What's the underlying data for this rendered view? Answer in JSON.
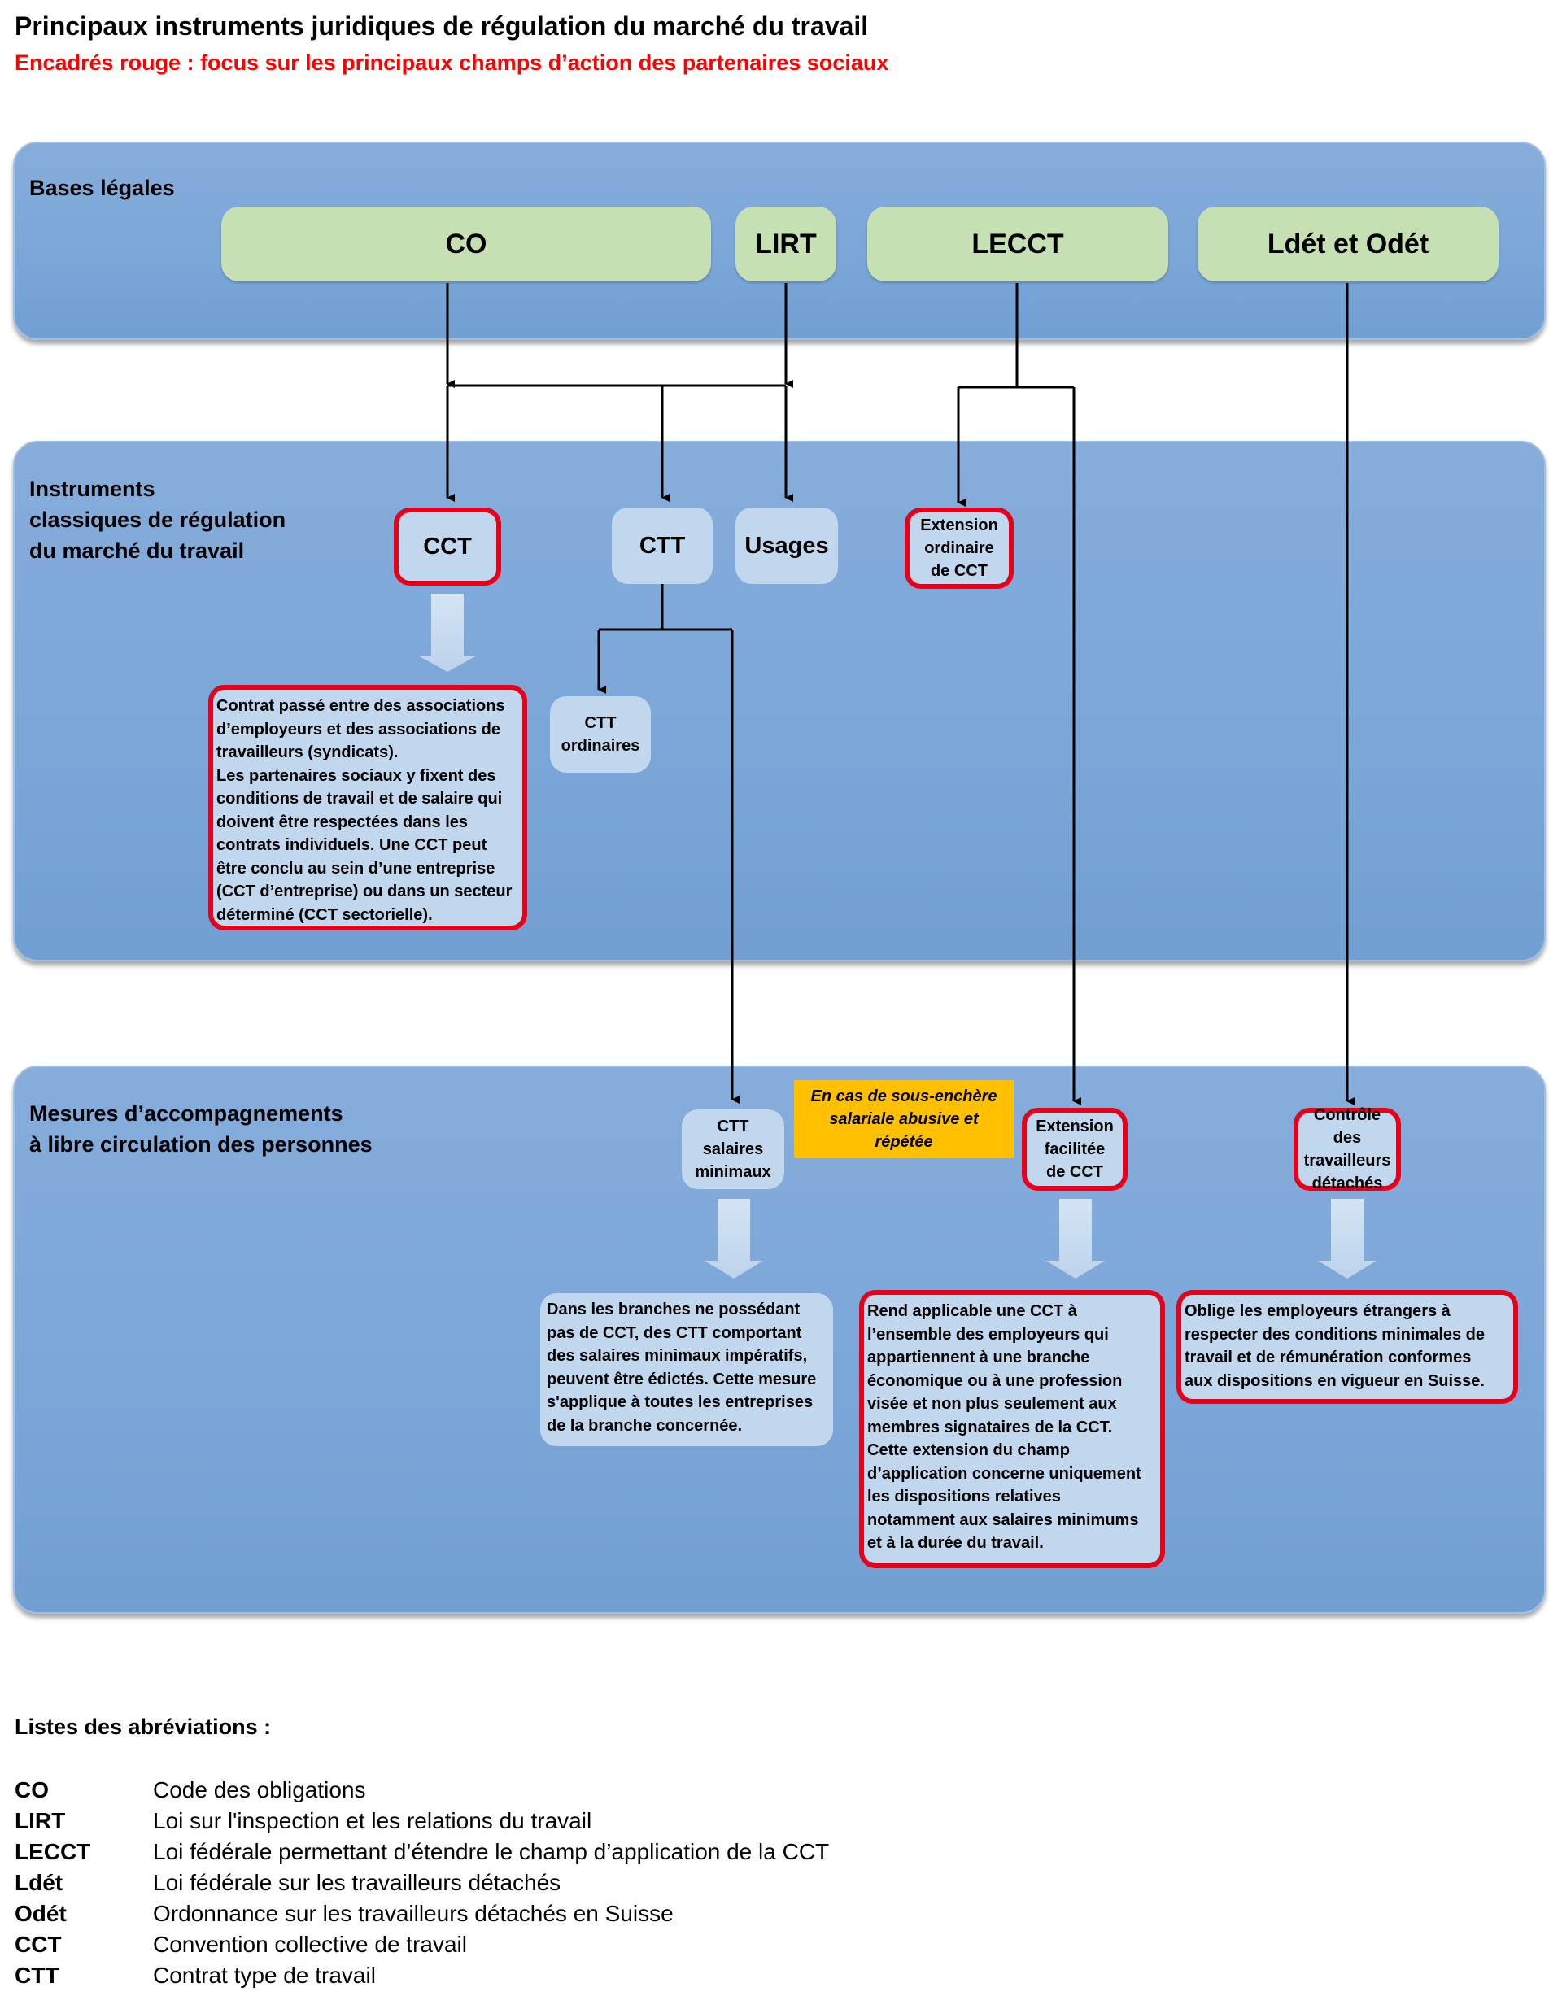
{
  "header": {
    "title": "Principaux instruments juridiques de régulation du marché du travail",
    "subtitle": "Encadrés rouge : focus sur les principaux champs d’action des partenaires sociaux"
  },
  "panels": {
    "bases": {
      "label": "Bases légales"
    },
    "instruments": {
      "label_lines": [
        "Instruments",
        "classiques de régulation",
        "du marché du travail"
      ]
    },
    "mesures": {
      "label_lines": [
        "Mesures d’accompagnements",
        "à libre circulation des personnes"
      ]
    }
  },
  "laws": {
    "co": "CO",
    "lirt": "LIRT",
    "lecct": "LECCT",
    "ldet": "Ldét et Odét"
  },
  "instruments": {
    "cct": "CCT",
    "ctt": "CTT",
    "usages": "Usages",
    "extension_ordinaire": [
      "Extension",
      "ordinaire",
      "de CCT"
    ],
    "ctt_ordinaires": [
      "CTT",
      "ordinaires"
    ],
    "cct_description": [
      "Contrat passé entre des associations",
      "d’employeurs et des associations de",
      "travailleurs (syndicats).",
      "Les partenaires sociaux y fixent des",
      "conditions de travail et de salaire qui",
      "doivent être respectées dans les",
      "contrats individuels. Une CCT peut",
      "être conclu au sein d’une entreprise",
      "(CCT d’entreprise) ou dans un secteur",
      "déterminé (CCT sectorielle)."
    ]
  },
  "mesures": {
    "ctt_salaires": [
      "CTT",
      "salaires",
      "minimaux"
    ],
    "note": [
      "En cas de sous-enchère",
      "salariale abusive et",
      "répétée"
    ],
    "extension_facilitee": [
      "Extension",
      "facilitée",
      "de CCT"
    ],
    "controle": [
      "Contrôle des",
      "travailleurs",
      "détachés"
    ],
    "ctt_description": [
      "Dans les branches ne possédant",
      "pas de CCT,  des CTT comportant",
      "des salaires minimaux impératifs,",
      "peuvent être édictés. Cette mesure",
      "s'applique à toutes les entreprises",
      "de la branche concernée."
    ],
    "extension_description": [
      "Rend applicable une CCT à",
      "l’ensemble des employeurs qui",
      "appartiennent à une branche",
      "économique ou à une profession",
      "visée et non plus seulement aux",
      "membres signataires de la CCT.",
      "Cette extension du champ",
      "d’application concerne uniquement",
      "les dispositions relatives",
      "notamment aux salaires minimums",
      "et à la durée du travail."
    ],
    "controle_description": [
      "Oblige les employeurs étrangers à",
      "respecter des conditions minimales de",
      "travail et de rémunération conformes",
      "aux dispositions en vigueur en Suisse."
    ]
  },
  "abbreviations": {
    "title": "Listes des abréviations :",
    "items": [
      {
        "key": "CO",
        "value": "Code des obligations"
      },
      {
        "key": "LIRT",
        "value": "Loi sur l'inspection et les relations du travail"
      },
      {
        "key": "LECCT",
        "value": "Loi fédérale permettant d’étendre le champ d’application de la CCT"
      },
      {
        "key": "Ldét",
        "value": "Loi fédérale sur les travailleurs détachés"
      },
      {
        "key": "Odét",
        "value": "Ordonnance sur les travailleurs détachés en Suisse"
      },
      {
        "key": "CCT",
        "value": "Convention collective de travail"
      },
      {
        "key": "CTT",
        "value": "Contrat type de travail"
      }
    ]
  },
  "colors": {
    "panel": "#7aa6d8",
    "law_box": "#c6e0b4",
    "node": "#c0d7ee",
    "focus_border": "#e8001a",
    "note": "#ffc000",
    "subtitle": "#ff0000"
  }
}
